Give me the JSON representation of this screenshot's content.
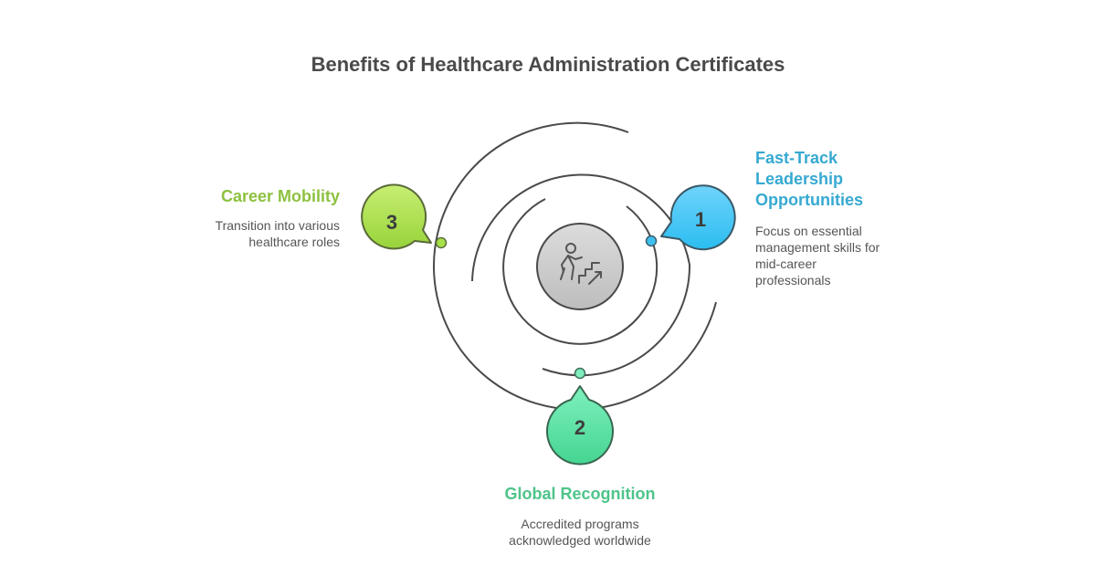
{
  "title": "Benefits of Healthcare Administration Certificates",
  "center": {
    "icon": "person-climbing-stairs-icon"
  },
  "items": [
    {
      "number": "1",
      "heading": "Fast-Track Leadership Opportunities",
      "heading_lines": [
        "Fast-Track",
        "Leadership",
        "Opportunities"
      ],
      "description_lines": [
        "Focus on essential",
        "management skills for",
        "mid-career",
        "professionals"
      ],
      "color": "#2fb9e8",
      "text_color": "#36a9d1"
    },
    {
      "number": "2",
      "heading": "Global Recognition",
      "description_lines": [
        "Accredited programs",
        "acknowledged worldwide"
      ],
      "color": "#4fe0a0",
      "text_color": "#4ec48a"
    },
    {
      "number": "3",
      "heading": "Career Mobility",
      "description_lines": [
        "Transition into various",
        "healthcare roles"
      ],
      "color": "#a8e04a",
      "text_color": "#8dc13f"
    }
  ]
}
